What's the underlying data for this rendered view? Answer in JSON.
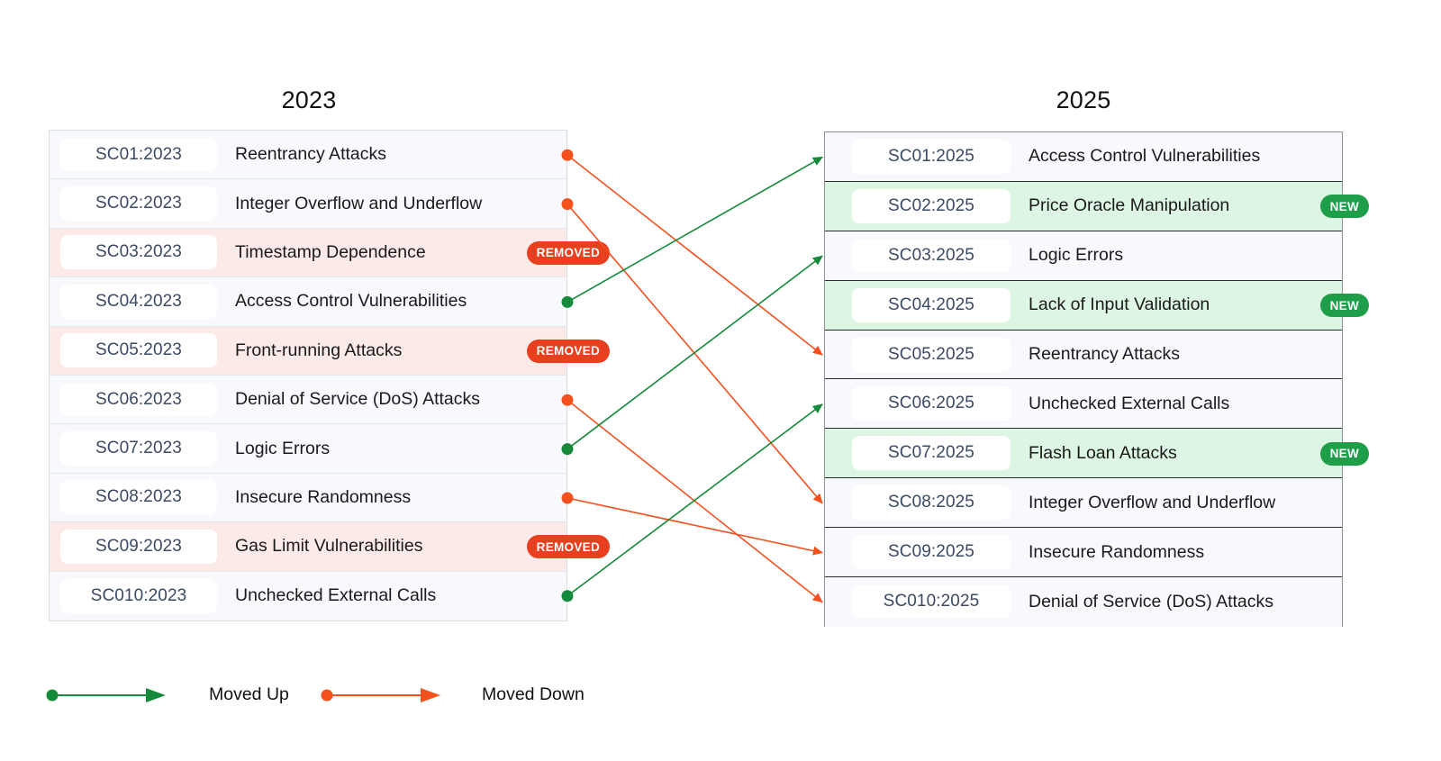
{
  "left_panel": {
    "title": "2023",
    "rows": [
      {
        "id": "SC01:2023",
        "label": "Reentrancy Attacks",
        "state": "normal"
      },
      {
        "id": "SC02:2023",
        "label": "Integer Overflow and Underflow",
        "state": "normal"
      },
      {
        "id": "SC03:2023",
        "label": "Timestamp Dependence",
        "state": "removed",
        "badge": "REMOVED"
      },
      {
        "id": "SC04:2023",
        "label": "Access Control Vulnerabilities",
        "state": "normal"
      },
      {
        "id": "SC05:2023",
        "label": "Front-running Attacks",
        "state": "removed",
        "badge": "REMOVED"
      },
      {
        "id": "SC06:2023",
        "label": "Denial of Service (DoS) Attacks",
        "state": "normal"
      },
      {
        "id": "SC07:2023",
        "label": "Logic Errors",
        "state": "normal"
      },
      {
        "id": "SC08:2023",
        "label": "Insecure Randomness",
        "state": "normal"
      },
      {
        "id": "SC09:2023",
        "label": "Gas Limit Vulnerabilities",
        "state": "removed",
        "badge": "REMOVED"
      },
      {
        "id": "SC010:2023",
        "label": "Unchecked External Calls",
        "state": "normal"
      }
    ]
  },
  "right_panel": {
    "title": "2025",
    "rows": [
      {
        "id": "SC01:2025",
        "label": "Access Control Vulnerabilities",
        "state": "normal"
      },
      {
        "id": "SC02:2025",
        "label": "Price Oracle Manipulation",
        "state": "new",
        "badge": "NEW"
      },
      {
        "id": "SC03:2025",
        "label": "Logic Errors",
        "state": "normal"
      },
      {
        "id": "SC04:2025",
        "label": "Lack of Input Validation",
        "state": "new",
        "badge": "NEW"
      },
      {
        "id": "SC05:2025",
        "label": "Reentrancy Attacks",
        "state": "normal"
      },
      {
        "id": "SC06:2025",
        "label": "Unchecked External Calls",
        "state": "normal"
      },
      {
        "id": "SC07:2025",
        "label": "Flash Loan Attacks",
        "state": "new",
        "badge": "NEW"
      },
      {
        "id": "SC08:2025",
        "label": "Integer Overflow and Underflow",
        "state": "normal"
      },
      {
        "id": "SC09:2025",
        "label": "Insecure Randomness",
        "state": "normal"
      },
      {
        "id": "SC010:2025",
        "label": "Denial of Service (DoS) Attacks",
        "state": "normal"
      }
    ]
  },
  "legend": {
    "moved_up_label": "Moved Up",
    "moved_down_label": "Moved Down"
  },
  "colors": {
    "moved_up": "#158a3a",
    "moved_down": "#f4511e",
    "removed_badge": "#e8401f",
    "new_badge": "#1f9e4a",
    "removed_row_bg": "#fceae8",
    "new_row_bg": "#ddf6e3",
    "row_bg": "#f8f9fd",
    "id_text": "#3b4a63"
  },
  "chart_data": {
    "type": "diagram",
    "title": "Smart Contract Top 10 ranking comparison 2023 vs 2025",
    "connections": [
      {
        "from": "SC01:2023",
        "to": "SC05:2025",
        "direction": "down"
      },
      {
        "from": "SC02:2023",
        "to": "SC08:2025",
        "direction": "down"
      },
      {
        "from": "SC04:2023",
        "to": "SC01:2025",
        "direction": "up"
      },
      {
        "from": "SC06:2023",
        "to": "SC010:2025",
        "direction": "down"
      },
      {
        "from": "SC07:2023",
        "to": "SC03:2025",
        "direction": "up"
      },
      {
        "from": "SC08:2023",
        "to": "SC09:2025",
        "direction": "down"
      },
      {
        "from": "SC010:2023",
        "to": "SC06:2025",
        "direction": "up"
      }
    ]
  }
}
